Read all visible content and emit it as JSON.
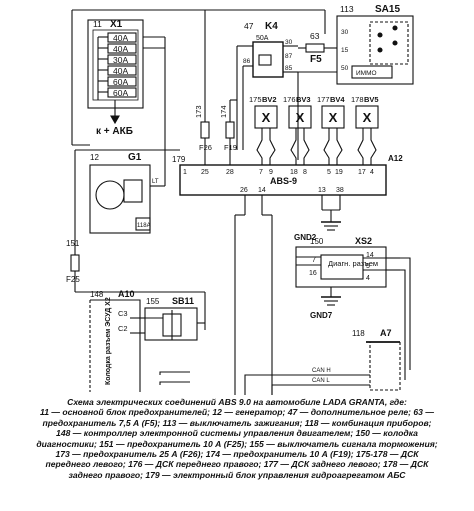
{
  "blocks": {
    "x1": {
      "num": "11",
      "name": "X1",
      "fuses": [
        "40A",
        "40A",
        "30A",
        "40A",
        "60A",
        "60A"
      ],
      "label": "к + АКБ"
    },
    "g1": {
      "num": "12",
      "name": "G1",
      "code": "118A",
      "terminal": "LT"
    },
    "k4": {
      "num": "47",
      "name": "K4",
      "rating": "50A",
      "pins": [
        "30",
        "87",
        "86",
        "85"
      ]
    },
    "f5": {
      "num": "63",
      "name": "F5"
    },
    "sa15": {
      "num": "113",
      "name": "SA15",
      "pins": [
        "30",
        "15",
        "50"
      ],
      "legend": "ИММО"
    },
    "f26": {
      "num": "173",
      "name": "F26"
    },
    "f19": {
      "num": "174",
      "name": "F19"
    },
    "sensors": [
      {
        "num": "175",
        "name": "BV2"
      },
      {
        "num": "176",
        "name": "BV3"
      },
      {
        "num": "177",
        "name": "BV4"
      },
      {
        "num": "178",
        "name": "BV5"
      }
    ],
    "abs": {
      "num": "179",
      "name": "ABS-9",
      "conn": "A12",
      "top_pins": [
        "1",
        "25",
        "28",
        "7",
        "9",
        "18",
        "8",
        "5",
        "19",
        "17",
        "4"
      ],
      "bottom_pins": [
        "26",
        "14",
        "13",
        "38"
      ]
    },
    "gnd2": {
      "name": "GND2"
    },
    "xs2": {
      "num": "150",
      "name": "XS2",
      "title": "Диагн. разъем",
      "pins": [
        "7",
        "16",
        "14",
        "5",
        "4"
      ]
    },
    "gnd7": {
      "name": "GND7"
    },
    "f25": {
      "num": "151",
      "name": "F25"
    },
    "a10": {
      "num": "148",
      "name": "A10",
      "side": "Колодка разъем ЭСУД Х2",
      "pins": [
        "C3",
        "C2"
      ]
    },
    "sb11": {
      "num": "155",
      "name": "SB11"
    },
    "a7": {
      "num": "118",
      "name": "A7"
    }
  },
  "can": {
    "h": "CAN H",
    "l": "CAN L"
  },
  "caption": [
    "Схема электрических соединений ABS 9.0 на автомобиле LADA GRANTA, где:",
    "11 — основной блок предохранителей; 12 — генератор; 47 — дополнительное реле; 63 —",
    "предохранитель 7,5 А (F5); 113 — выключатель зажигания; 118 — комбинация приборов;",
    "148 — контроллер электронной системы управления двигателем; 150 — колодка",
    "диагностики; 151 — предохранитель 10 А (F25); 155 — выключатель сигнала торможения;",
    "173 — предохранитель 25 А (F26); 174 — предохранитель 10 А (F19); 175-178 — ДСК",
    "переднего левого; 176 — ДСК переднего правого; 177 — ДСК заднего левого; 178 — ДСК",
    "заднего правого; 179 — электронный блок управления гидроагрегатом АБС"
  ]
}
